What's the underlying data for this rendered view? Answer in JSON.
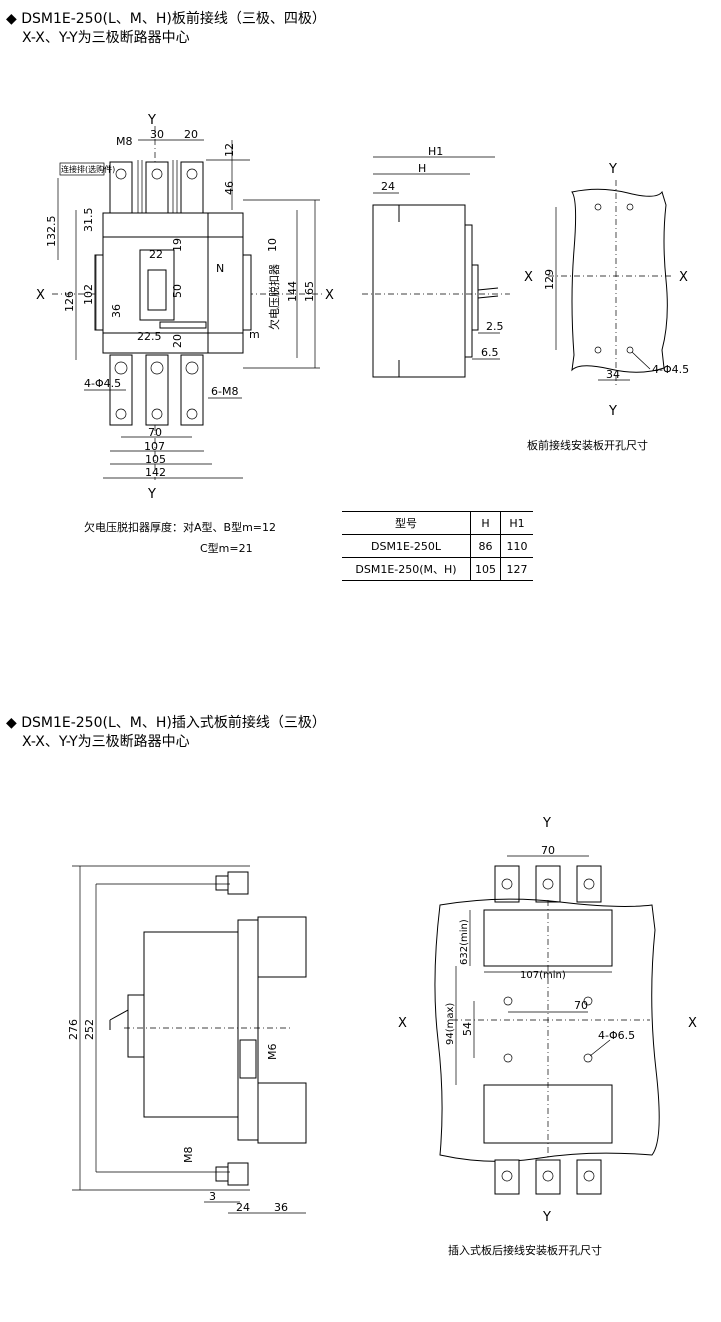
{
  "section1": {
    "title": "◆ DSM1E-250(L、M、H)板前接线（三极、四极）",
    "subtitle": "X-X、Y-Y为三极断路器中心",
    "front": {
      "axis_x": "X",
      "axis_y": "Y",
      "label_m8": "M8",
      "dim_30": "30",
      "dim_20": "20",
      "dim_12": "12",
      "dim_46": "46",
      "label_connector": "连接排(选购件)",
      "dim_132_5": "132.5",
      "dim_31_5": "31.5",
      "dim_126": "126",
      "dim_102": "102",
      "dim_22": "22",
      "dim_19": "19",
      "dim_50": "50",
      "dim_36": "36",
      "dim_22_5": "22.5",
      "dim_20b": "20",
      "label_n": "N",
      "dim_10": "10",
      "label_uv": "欠电压脱扣器",
      "dim_144": "144",
      "dim_165": "165",
      "label_m": "m",
      "label_4phi": "4-Φ4.5",
      "label_6m8": "6-M8",
      "dim_70": "70",
      "dim_107": "107",
      "dim_105": "105",
      "dim_142": "142"
    },
    "side": {
      "dim_h1": "H1",
      "dim_h": "H",
      "dim_24": "24",
      "dim_2_5": "2.5",
      "dim_6_5": "6.5"
    },
    "panel": {
      "axis_x": "X",
      "axis_y": "Y",
      "dim_129": "129",
      "dim_34": "34",
      "label_holes": "4-Φ4.5",
      "caption": "板前接线安装板开孔尺寸"
    },
    "note_line1": "欠电压脱扣器厚度：对A型、B型m=12",
    "note_line2": "C型m=21",
    "table": {
      "headers": [
        "型号",
        "H",
        "H1"
      ],
      "rows": [
        [
          "DSM1E-250L",
          "86",
          "110"
        ],
        [
          "DSM1E-250(M、H)",
          "105",
          "127"
        ]
      ]
    }
  },
  "section2": {
    "title": "◆ DSM1E-250(L、M、H)插入式板前接线（三极）",
    "subtitle": "X-X、Y-Y为三极断路器中心",
    "side": {
      "dim_276": "276",
      "dim_252": "252",
      "label_m6": "M6",
      "label_m8": "M8",
      "dim_3": "3",
      "dim_24": "24",
      "dim_36": "36"
    },
    "panel": {
      "axis_x": "X",
      "axis_y": "Y",
      "dim_70": "70",
      "dim_632": "632(min)",
      "dim_107": "107(min)",
      "dim_94": "94(max)",
      "dim_70b": "70",
      "dim_54": "54",
      "label_holes": "4-Φ6.5",
      "caption": "插入式板后接线安装板开孔尺寸"
    }
  }
}
